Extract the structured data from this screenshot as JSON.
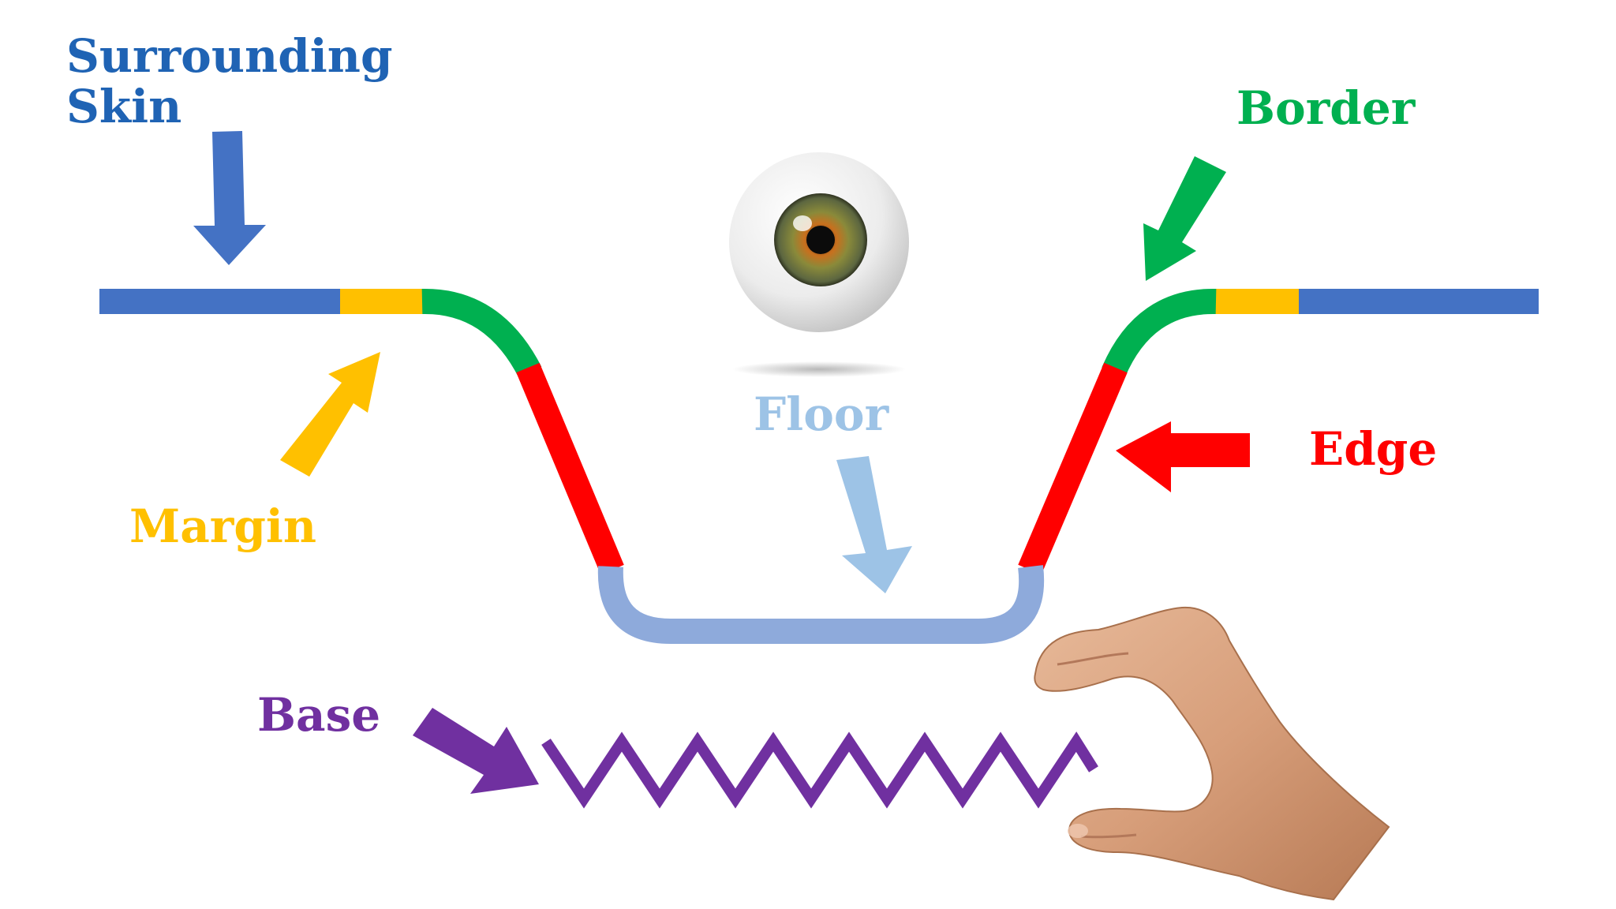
{
  "labels": {
    "surrounding_skin_line1": "Surrounding",
    "surrounding_skin_line2": "Skin",
    "border": "Border",
    "floor": "Floor",
    "edge": "Edge",
    "margin": "Margin",
    "base": "Base"
  },
  "colors": {
    "surrounding_skin": "#4472c4",
    "surrounding_skin_label": "#1f63b4",
    "margin": "#ffc000",
    "border": "#00b050",
    "edge": "#ff0000",
    "floor": "#8eaadb",
    "floor_arrow": "#9dc3e6",
    "base": "#7030a0"
  },
  "icons": {
    "observer": "eye-icon",
    "examiner": "hand-icon"
  }
}
